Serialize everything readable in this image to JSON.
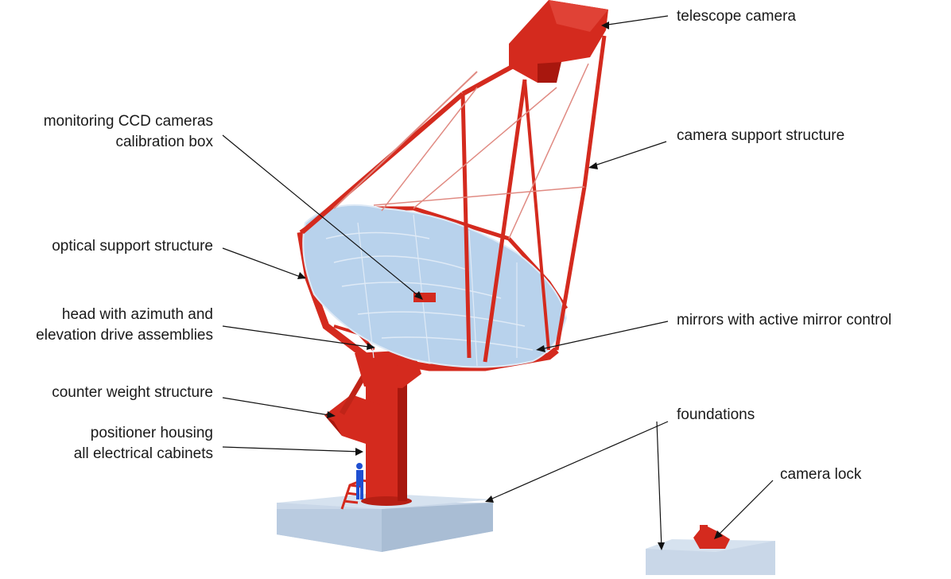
{
  "labels": {
    "telescope_camera": "telescope camera",
    "camera_support": "camera support structure",
    "monitoring_line1": "monitoring CCD cameras",
    "monitoring_line2": "calibration box",
    "optical_support": "optical support structure",
    "head_line1": "head with azimuth and",
    "head_line2": "elevation drive assemblies",
    "mirrors": "mirrors with active mirror control",
    "counter_weight": "counter weight structure",
    "positioner_line1": "positioner housing",
    "positioner_line2": "all electrical cabinets",
    "foundations": "foundations",
    "camera_lock": "camera lock"
  },
  "colors": {
    "structure_red": "#d42a1e",
    "structure_dark": "#a8170e",
    "mirror_blue": "#b8d2ec",
    "mirror_edge": "#dfeaf6",
    "foundation": "#c9d7e8",
    "foundation_side": "#a9bdd4",
    "leader_line": "#111111",
    "person_blue": "#1f4fd1"
  }
}
